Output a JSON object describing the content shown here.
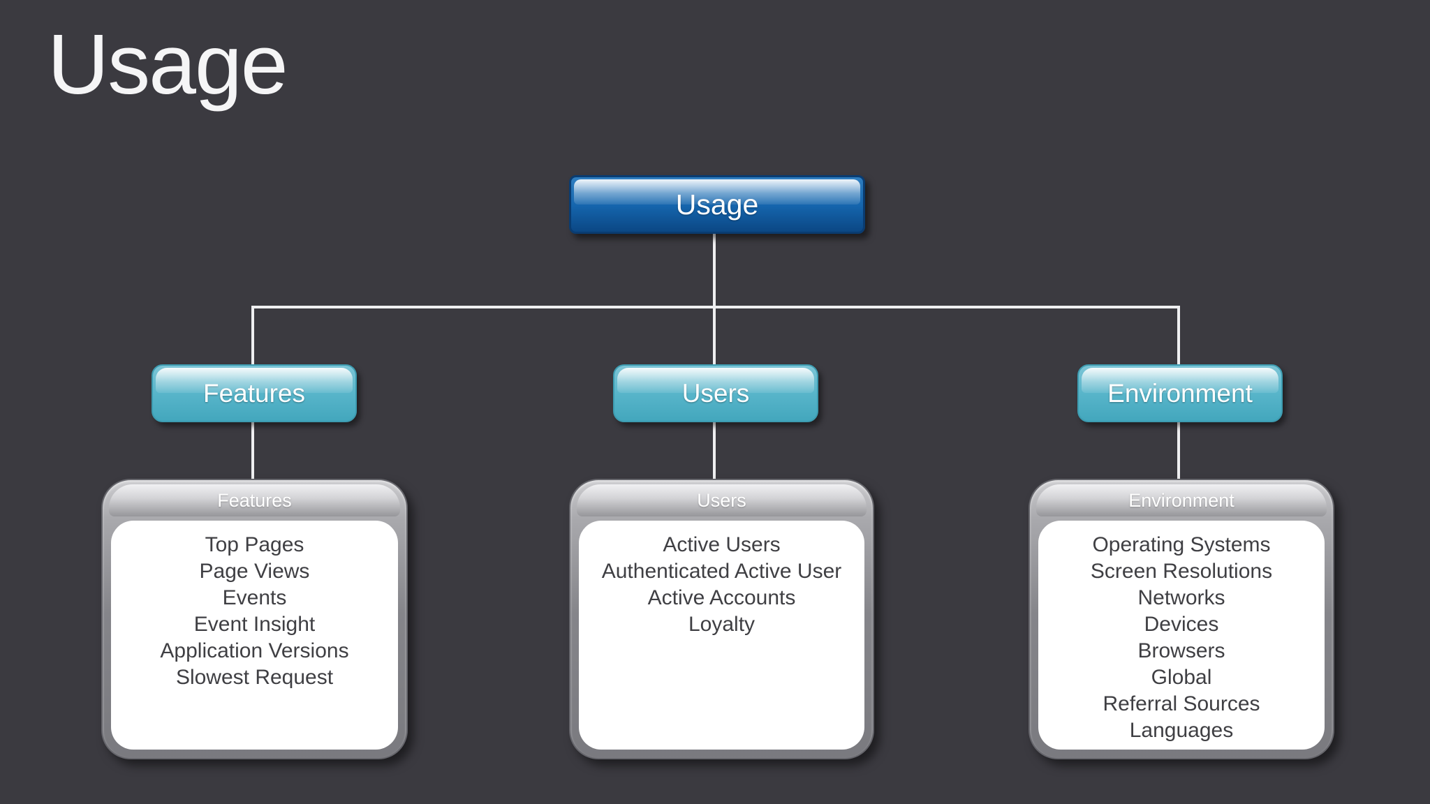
{
  "page": {
    "title": "Usage"
  },
  "tree": {
    "root": {
      "label": "Usage"
    },
    "children": [
      {
        "button_label": "Features",
        "card_title": "Features",
        "items": [
          "Top Pages",
          "Page Views",
          "Events",
          "Event Insight",
          "Application Versions",
          "Slowest Request"
        ]
      },
      {
        "button_label": "Users",
        "card_title": "Users",
        "items": [
          "Active Users",
          "Authenticated Active User",
          "Active Accounts",
          "Loyalty"
        ]
      },
      {
        "button_label": "Environment",
        "card_title": "Environment",
        "items": [
          "Operating Systems",
          "Screen Resolutions",
          "Networks",
          "Devices",
          "Browsers",
          "Global",
          "Referral Sources",
          "Languages"
        ]
      }
    ]
  },
  "colors": {
    "bg": "#3b3a40",
    "title-text": "#f5f5f6",
    "connector": "#efeff1",
    "root-blue": "#1565ad",
    "root-blue-dark": "#0b4784",
    "root-border": "#0a3c71",
    "child-teal": "#58b5ca",
    "child-teal-dark": "#43a7bd",
    "child-border": "#3d9cb1",
    "card-frame": "#85858a",
    "card-frame-light": "#cdcdd0",
    "card-header-dark": "#96969a",
    "card-body-bg": "#ffffff",
    "card-text": "#3f3f43"
  }
}
